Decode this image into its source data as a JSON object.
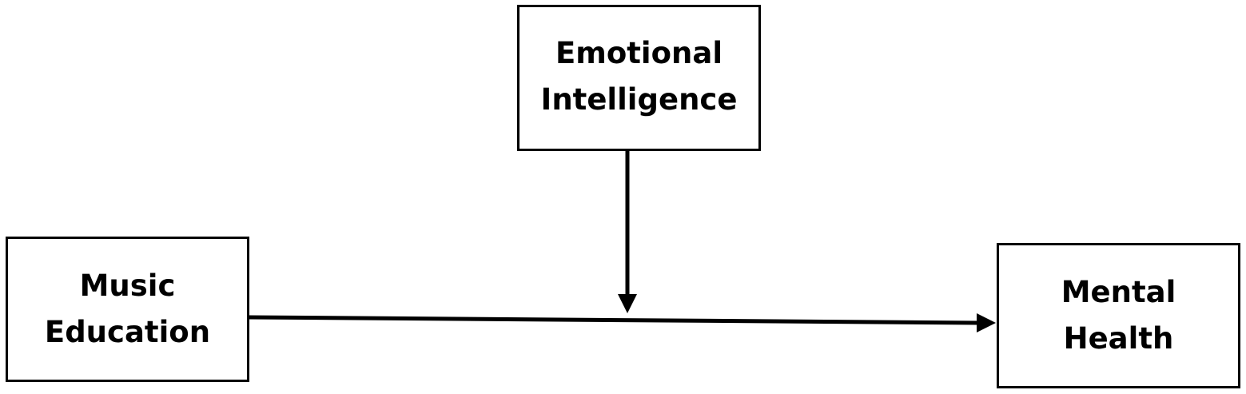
{
  "diagram": {
    "nodes": {
      "moderator": {
        "line1": "Emotional",
        "line2": "Intelligence"
      },
      "predictor": {
        "line1": "Music",
        "line2": "Education"
      },
      "outcome": {
        "line1": "Mental",
        "line2": "Health"
      }
    },
    "edges": [
      {
        "from": "predictor",
        "to": "outcome",
        "type": "direct-effect-arrow"
      },
      {
        "from": "moderator",
        "to": "predictor-outcome-path",
        "type": "moderation-arrow"
      }
    ],
    "colors": {
      "line": "#000000",
      "background": "#ffffff"
    }
  }
}
